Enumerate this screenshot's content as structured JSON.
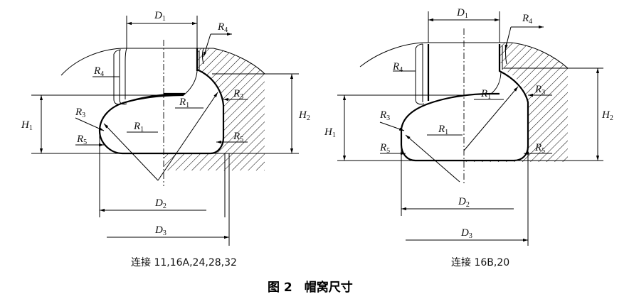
{
  "labels": {
    "D1": {
      "main": "D",
      "sub": "1"
    },
    "D2": {
      "main": "D",
      "sub": "2"
    },
    "D3": {
      "main": "D",
      "sub": "3"
    },
    "H1": {
      "main": "H",
      "sub": "1"
    },
    "H2": {
      "main": "H",
      "sub": "2"
    },
    "R1": {
      "main": "R",
      "sub": "1"
    },
    "R3": {
      "main": "R",
      "sub": "3"
    },
    "R4": {
      "main": "R",
      "sub": "4"
    },
    "R5": {
      "main": "R",
      "sub": "5"
    }
  },
  "captions": {
    "left": "连接 11,16A,24,28,32",
    "right": "连接 16B,20",
    "figure": "图 2　帽窝尺寸"
  }
}
